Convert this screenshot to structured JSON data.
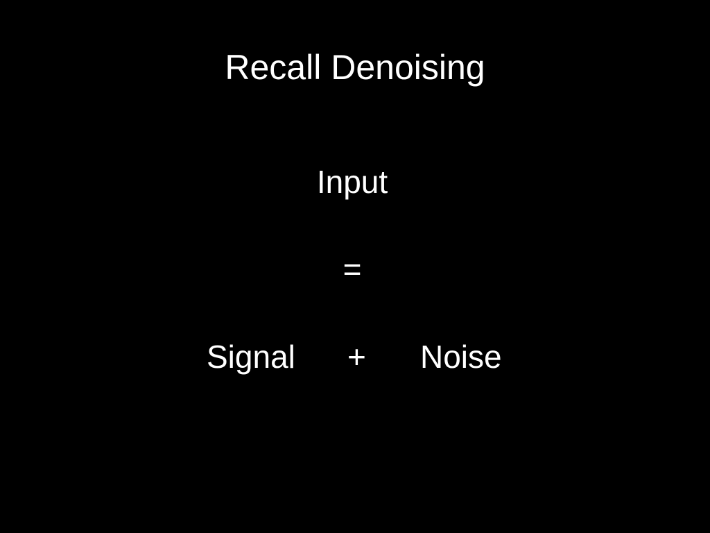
{
  "slide": {
    "title": "Recall Denoising",
    "line1": "Input",
    "line2": "=",
    "equation": {
      "left_term": "Signal",
      "operator": "+",
      "right_term": "Noise"
    }
  },
  "colors": {
    "background": "#000000",
    "text": "#ffffff"
  }
}
